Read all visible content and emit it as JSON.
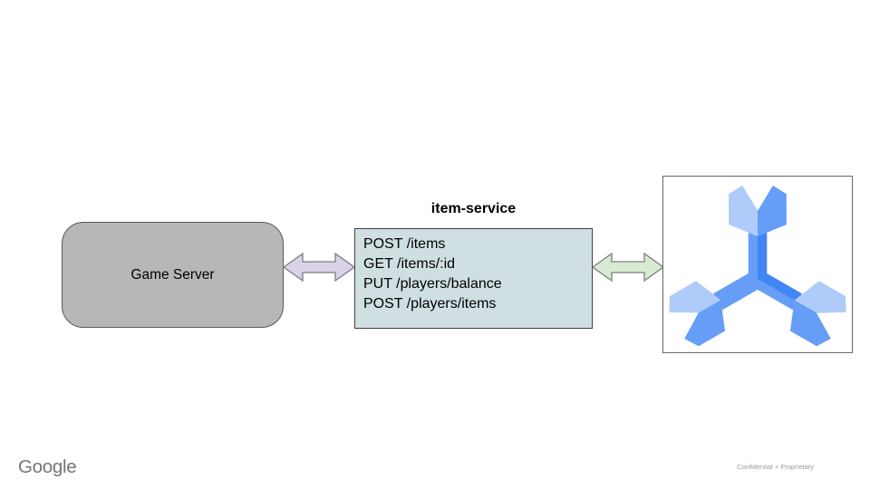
{
  "diagram": {
    "game_server": {
      "label": "Game Server"
    },
    "item_service": {
      "title": "item-service",
      "endpoints": [
        "POST /items",
        "GET /items/:id",
        "PUT /players/balance",
        "POST /players/items"
      ]
    },
    "spanner": {
      "icon": "cloud-spanner-icon"
    }
  },
  "footer": {
    "brand": "Google",
    "note": "Confidential + Proprietary"
  },
  "colors": {
    "game_server_fill": "#b7b7b7",
    "item_service_fill": "#d0dfe2",
    "arrow_left_fill": "#d9d2e9",
    "arrow_right_fill": "#d9ead3",
    "arrow_stroke": "#7d7d7d",
    "spanner_light": "#aecbfa",
    "spanner_medium": "#669df6",
    "spanner_dark": "#4285f4"
  }
}
